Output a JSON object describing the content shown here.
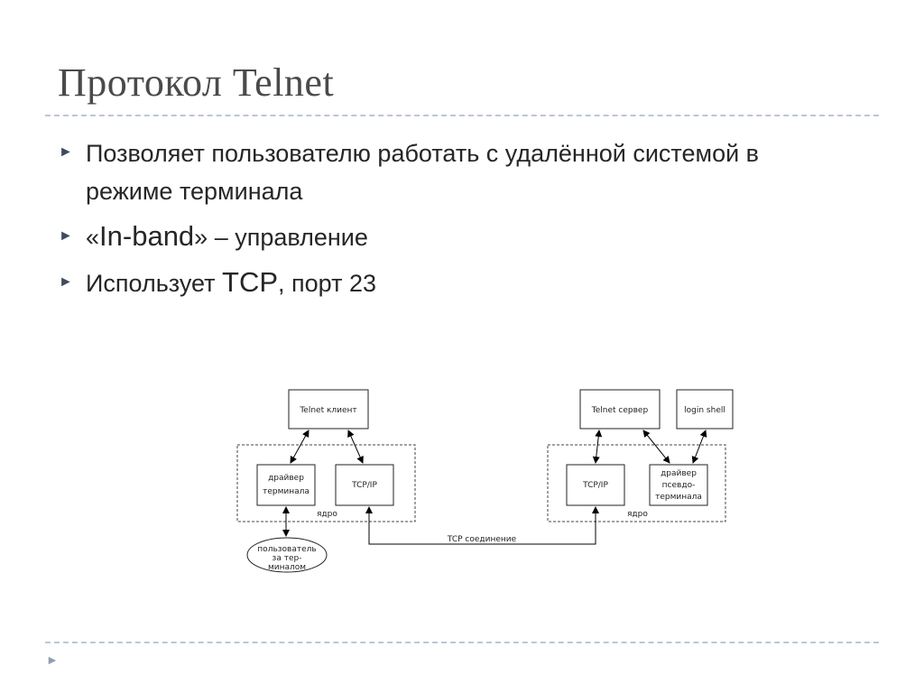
{
  "slide": {
    "title": "Протокол Telnet"
  },
  "bullets": [
    {
      "pre": "",
      "big": "",
      "post": "Позволяет пользователю работать с удалённой системой в режиме терминала"
    },
    {
      "pre": "«",
      "big": "In-band",
      "post": "» – управление"
    },
    {
      "pre": "Использует ",
      "big": "TCP",
      "post": ", порт 23"
    }
  ],
  "icons": {
    "bullet": "triangle-right-icon",
    "footer": "triangle-right-icon"
  },
  "colors": {
    "title": "#4a4a4a",
    "rule": "#b9c8d8",
    "text": "#262626"
  },
  "diagram": {
    "client": {
      "app": "Telnet клиент",
      "driver_line1": "драйвер",
      "driver_line2": "терминала",
      "tcpip": "TCP/IP",
      "kernel": "ядро",
      "user_line1": "пользователь",
      "user_line2": "за тер-",
      "user_line3": "миналом"
    },
    "server": {
      "app": "Telnet сервер",
      "login": "login shell",
      "tcpip": "TCP/IP",
      "pty_line1": "драйвер",
      "pty_line2": "псевдо-",
      "pty_line3": "терминала",
      "kernel": "ядро"
    },
    "connection": "TCP соединение"
  }
}
